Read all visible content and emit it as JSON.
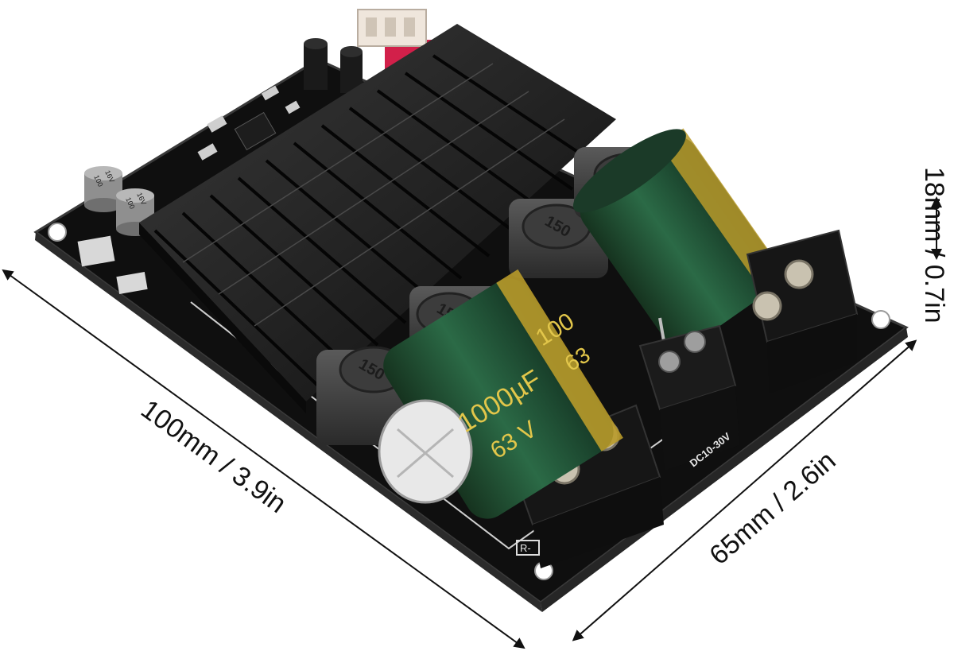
{
  "dimensions": {
    "length": "100mm / 3.9in",
    "width": "65mm / 2.6in",
    "height": "18mm / 0.7in"
  },
  "board_markings": {
    "input_voltage": "DC10-30V",
    "channel": "R-",
    "cap_large_a": {
      "value": "1000µF",
      "voltage": "63 V",
      "edge": "100",
      "edge2": "63"
    },
    "inductor_code": "150",
    "small_cap": {
      "value": "100",
      "voltage": "16V"
    }
  },
  "colors": {
    "pcb": "#141414",
    "heatsink": "#1e1e1e",
    "cap_green": "#1f4a32",
    "cap_gold": "#b89a2a",
    "terminal": "#1a1a1a",
    "connector": "#efe6dc"
  }
}
